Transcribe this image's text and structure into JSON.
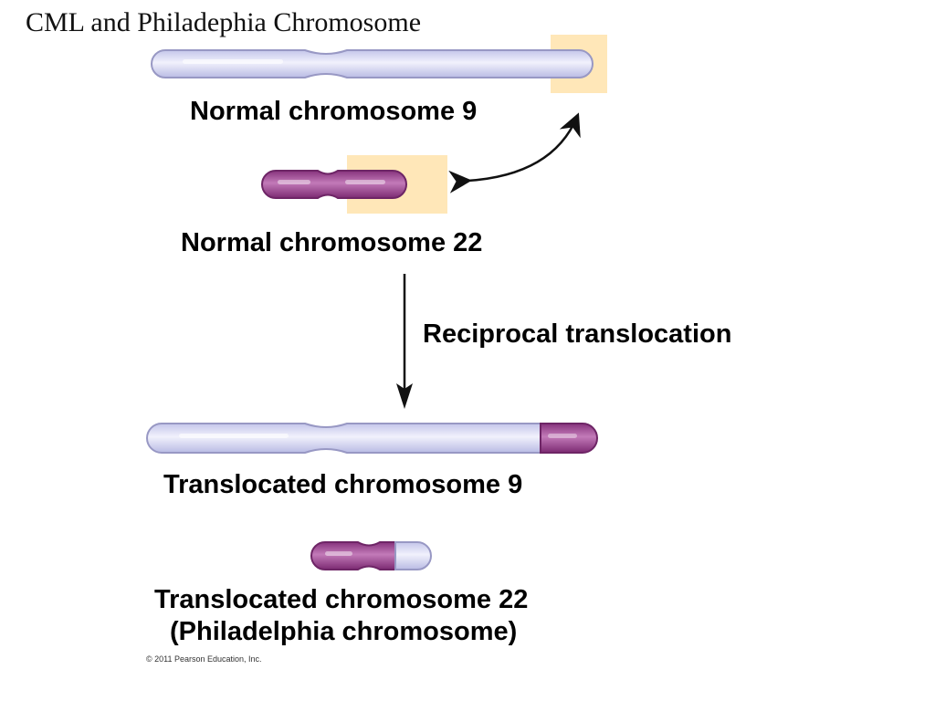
{
  "slide": {
    "title": "CML and Philadephia Chromosome",
    "copyright": "© 2011 Pearson Education, Inc."
  },
  "labels": {
    "normal_chr9": "Normal chromosome 9",
    "normal_chr22": "Normal chromosome 22",
    "translocation": "Reciprocal translocation",
    "translocated_chr9": "Translocated chromosome 9",
    "translocated_chr22": "Translocated chromosome 22",
    "philadelphia": "(Philadelphia chromosome)"
  },
  "colors": {
    "chr9": "#dcdcf4",
    "chr9_outline": "#9898c4",
    "chr22": "#9a3f8e",
    "chr22_outline": "#6e2566",
    "highlight_box": "#ffe7b8",
    "arrow": "#111111"
  }
}
